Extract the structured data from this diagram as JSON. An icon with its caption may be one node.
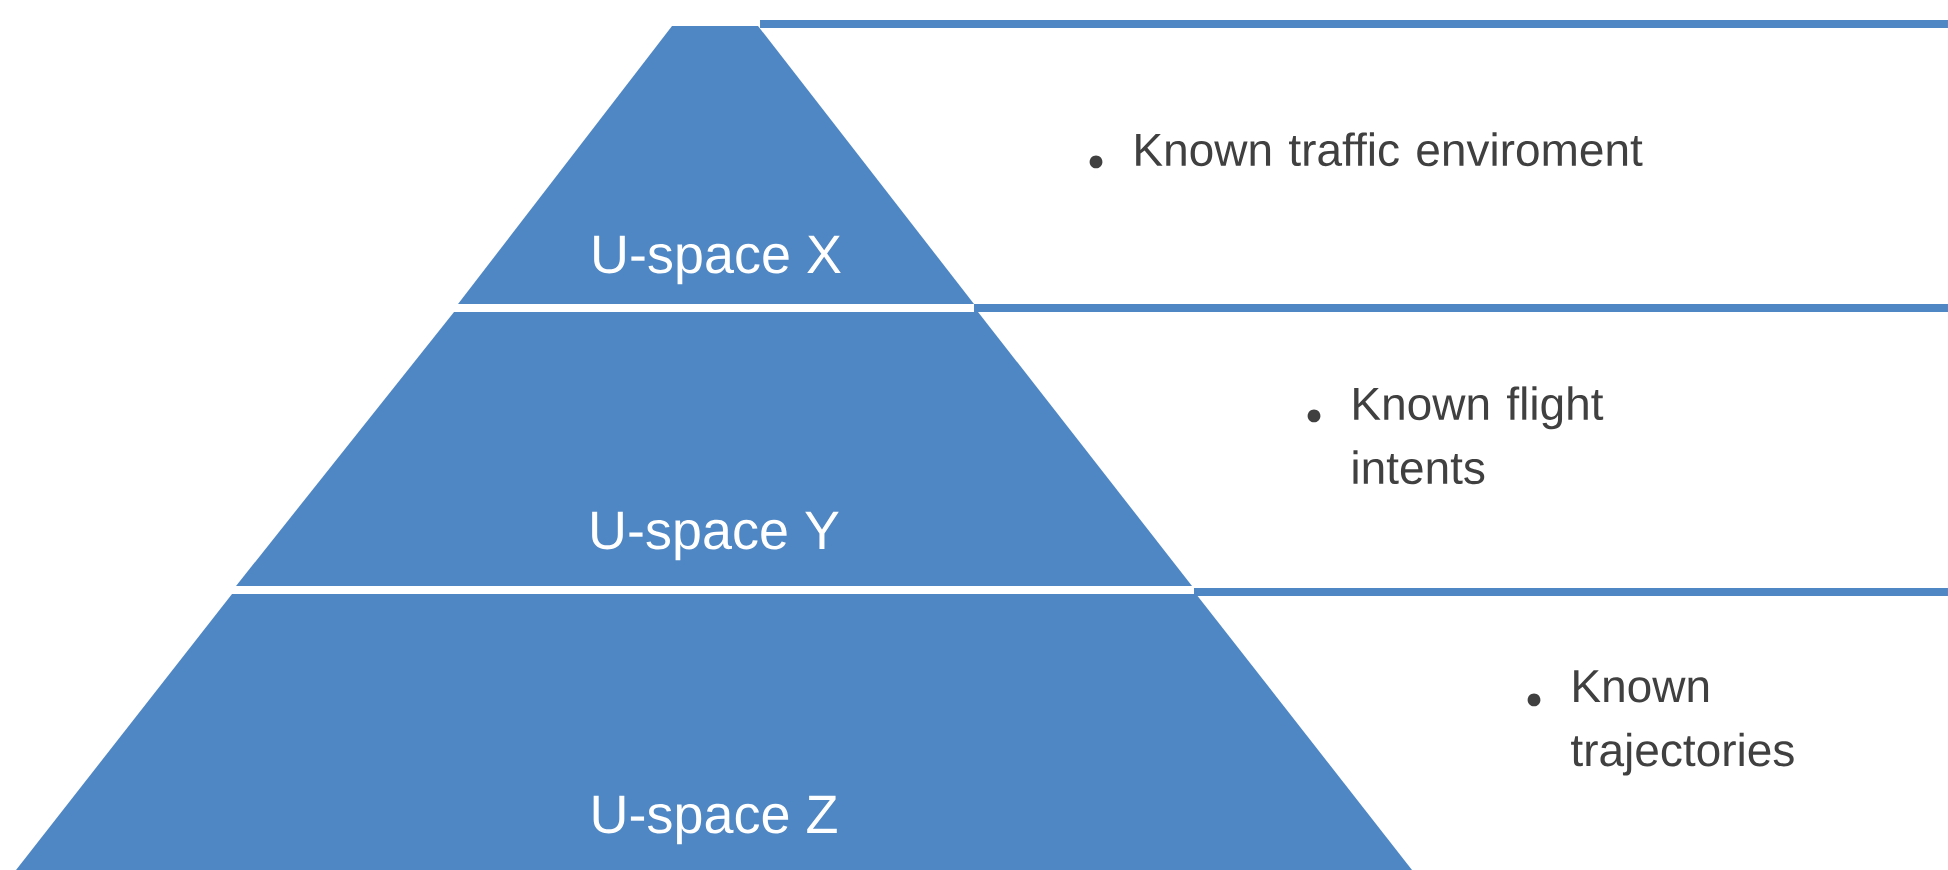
{
  "diagram": {
    "nodes": [
      {
        "text": [
          "U-space X"
        ]
      },
      {
        "text": [
          "Known traffic enviroment"
        ]
      },
      {
        "text": [
          "U-space Y"
        ]
      },
      {
        "text": [
          "Known flight intents"
        ]
      },
      {
        "text": [
          "U-space Z"
        ]
      },
      {
        "text": [
          "Known trajectories"
        ]
      }
    ]
  }
}
